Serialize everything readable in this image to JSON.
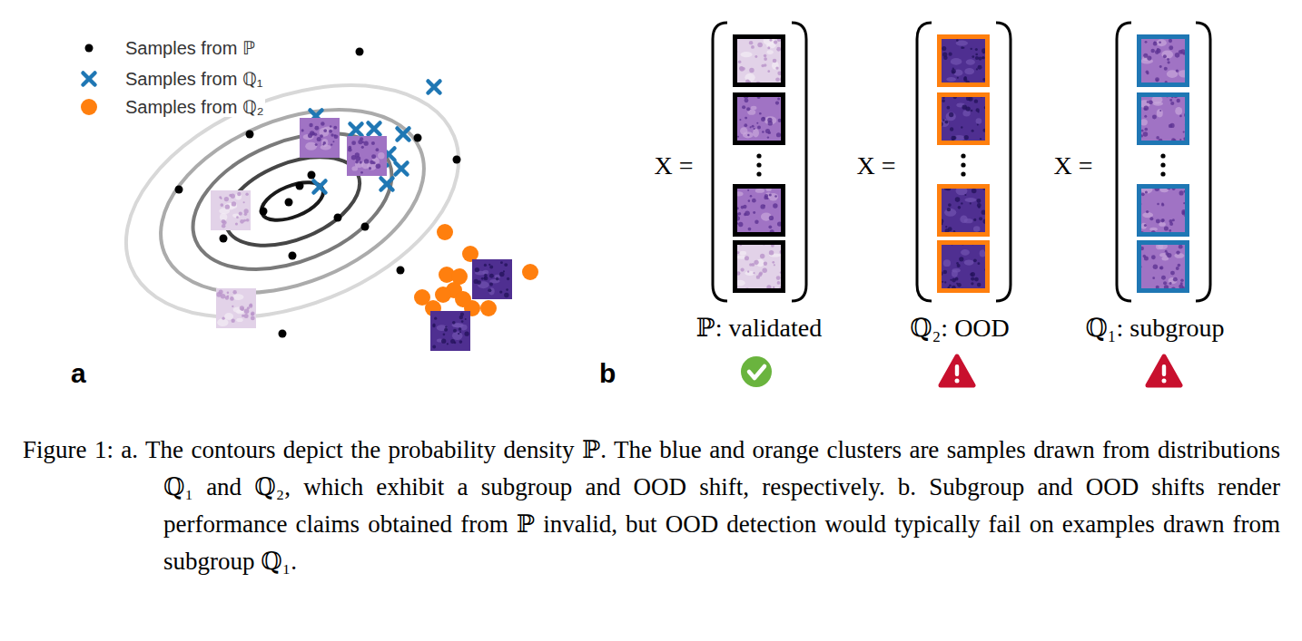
{
  "diagram": {
    "caption": "Figure 1: a. The contours depict the probability density ℙ. The blue and orange clusters are samples drawn from distributions ℚ₁ and ℚ₂, which exhibit a subgroup and OOD shift, respectively. b. Subgroup and OOD shifts render performance claims obtained from ℙ invalid, but OOD detection would typically fail on examples drawn from subgroup ℚ₁.",
    "labels": [
      "a",
      "X =",
      "X =",
      "X =",
      "ℙ: validated",
      "ℚ₂: OOD",
      "ℚ₁: subgroup",
      "b"
    ],
    "legend": [
      {
        "text": "Samples from ℙ"
      },
      {
        "text": "Samples from ℚ₁"
      },
      {
        "text": "Samples from ℚ₂"
      }
    ]
  }
}
